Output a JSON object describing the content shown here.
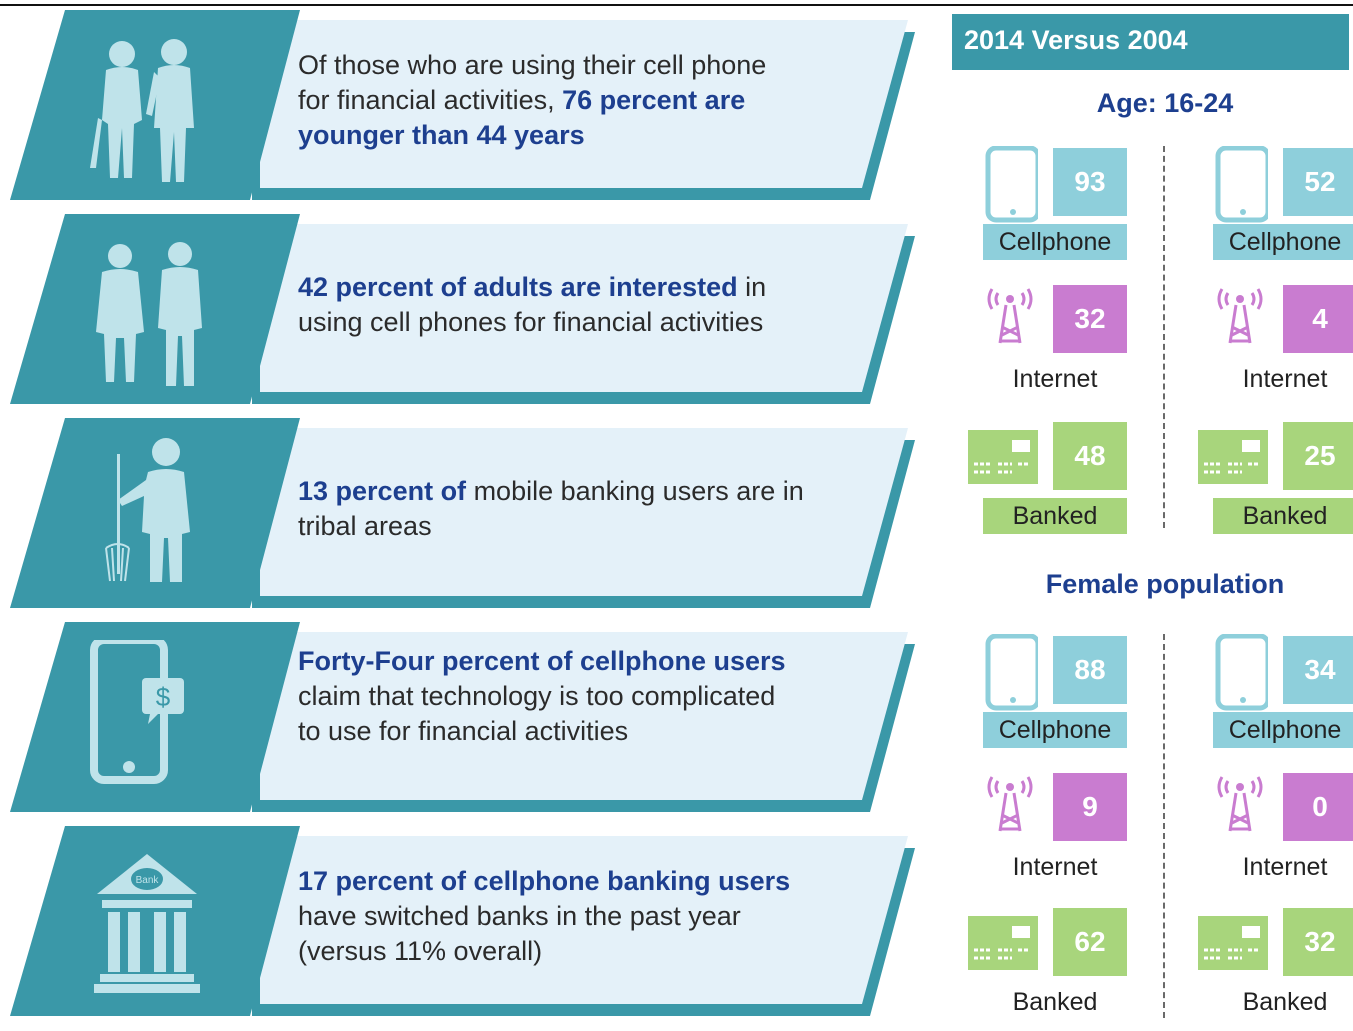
{
  "colors": {
    "teal_dark": "#3a98a8",
    "panel_light": "#e4f1f9",
    "highlight_text": "#1d3f8f",
    "cellphone": "#8ecfdb",
    "internet": "#c97cd0",
    "banked": "#a8d57c"
  },
  "facts": [
    {
      "icon": "young-people-icon",
      "pre": "Of those who are using their cell phone for financial activities, ",
      "highlight": "76 percent are younger than 44 years",
      "post": ""
    },
    {
      "icon": "adults-icon",
      "pre": "",
      "highlight": "42 percent of adults are interested",
      "post": " in using cell phones for financial activities"
    },
    {
      "icon": "farmer-icon",
      "pre": "",
      "highlight": "13 percent of",
      "post": " mobile banking users are in tribal areas"
    },
    {
      "icon": "phone-dollar-icon",
      "pre": "",
      "highlight": "Forty-Four percent of cellphone users",
      "post": " claim that technology is too complicated to use for financial activities"
    },
    {
      "icon": "bank-icon",
      "pre": "",
      "highlight": "17 percent of cellphone banking users",
      "post": " have switched banks in the past year (versus 11% overall)"
    }
  ],
  "bank_icon_label": "Bank",
  "panel": {
    "title": "2014 Versus 2004",
    "sections": [
      {
        "title": "Age: 16-24",
        "cols": [
          {
            "cellphone": "93",
            "internet": "32",
            "banked": "48"
          },
          {
            "cellphone": "52",
            "internet": "4",
            "banked": "25"
          }
        ]
      },
      {
        "title": "Female population",
        "cols": [
          {
            "cellphone": "88",
            "internet": "9",
            "banked": "62"
          },
          {
            "cellphone": "34",
            "internet": "0",
            "banked": "32"
          }
        ]
      }
    ],
    "labels": {
      "cellphone": "Cellphone",
      "internet": "Internet",
      "banked": "Banked"
    }
  }
}
